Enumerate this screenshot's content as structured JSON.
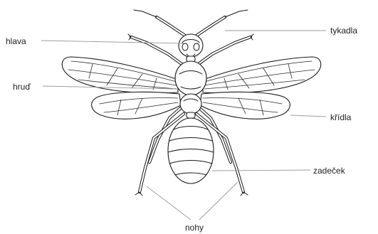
{
  "labels": {
    "head": "hlava",
    "thorax": "hruď",
    "antennae": "tykadla",
    "wings": "křídla",
    "abdomen": "zadeček",
    "legs": "nohy"
  }
}
